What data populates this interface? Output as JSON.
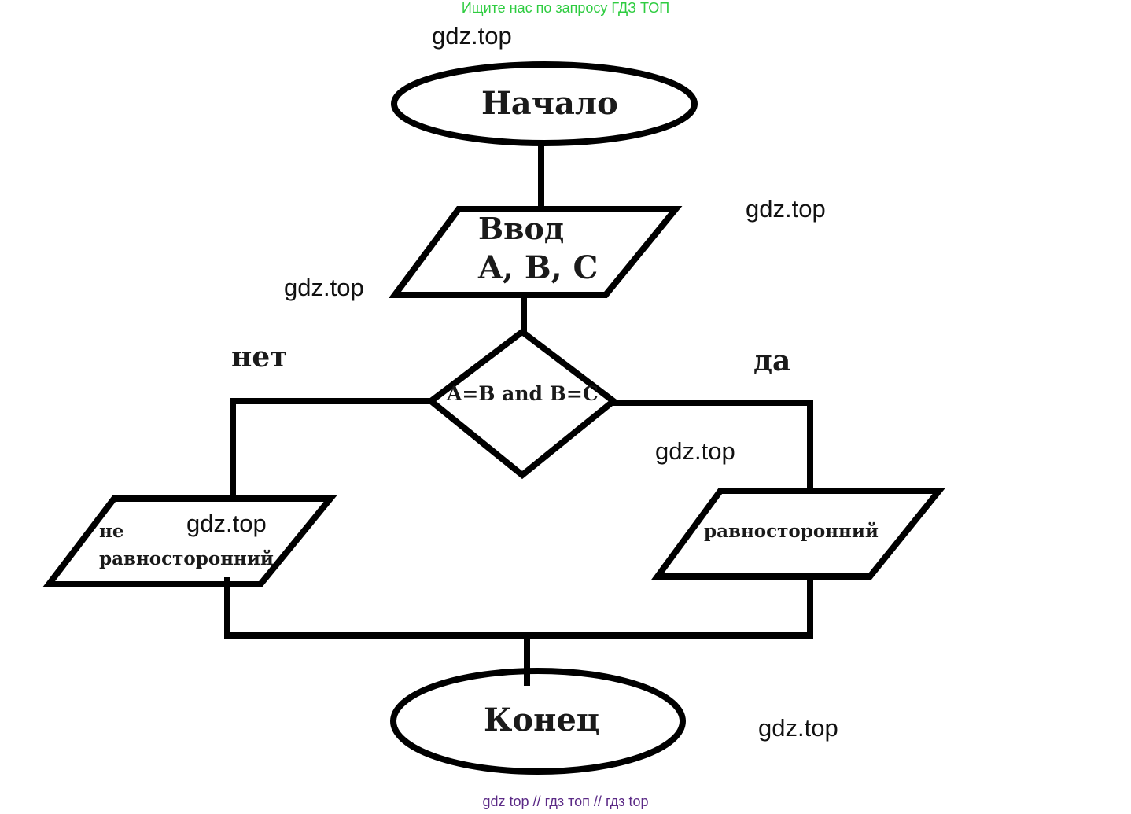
{
  "banner": "Ищите нас по запросу ГДЗ ТОП",
  "watermark": "gdz.top",
  "flowchart": {
    "start": "Начало",
    "input_line1": "Ввод",
    "input_line2": "A, B, C",
    "condition": "A=B and B=C",
    "no_label": "нет",
    "yes_label": "да",
    "output_no_line1": "не",
    "output_no_line2": "равносторонний",
    "output_yes": "равносторонний",
    "end": "Конец"
  },
  "footer": {
    "link1": "gdz top",
    "separator": "//",
    "link2": "гдз топ",
    "link3": "гдз top"
  },
  "colors": {
    "banner": "#2ecc40",
    "footer_links": "#5b2a86",
    "diagram_stroke": "#000000"
  }
}
